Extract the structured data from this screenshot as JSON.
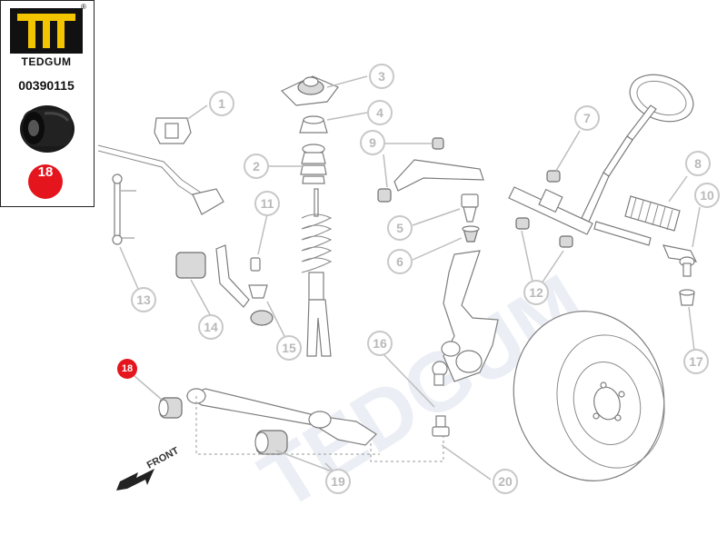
{
  "brand": {
    "name": "TEDGUM",
    "registered": "®",
    "watermark": "TEDGUM"
  },
  "part": {
    "number": "00390115",
    "position": "18"
  },
  "direction_label": "FRONT",
  "callouts": [
    "1",
    "2",
    "3",
    "4",
    "5",
    "6",
    "7",
    "8",
    "9",
    "10",
    "11",
    "12",
    "13",
    "14",
    "15",
    "16",
    "17",
    "18",
    "19",
    "20"
  ],
  "colors": {
    "accent": "#e4151d",
    "callout_stroke": "#c8c8c8",
    "callout_text": "#b9b9b9"
  }
}
